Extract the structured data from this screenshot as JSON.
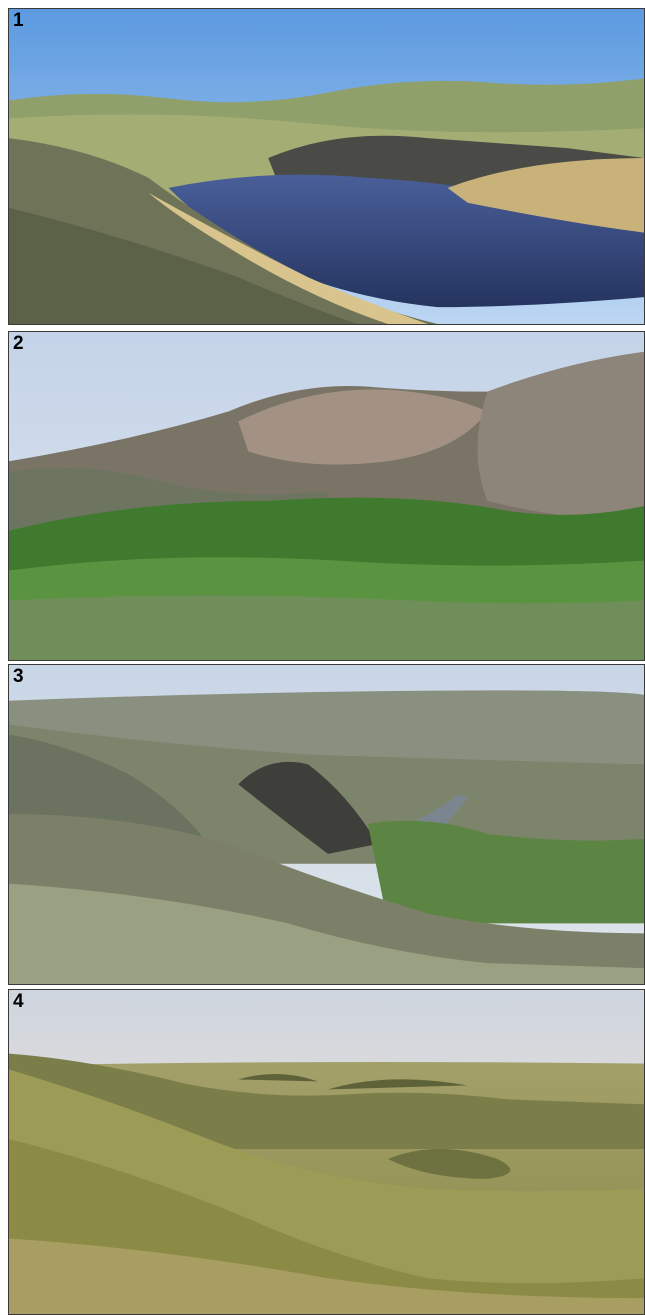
{
  "panels": [
    {
      "label": "1",
      "scene": "lake-in-hills"
    },
    {
      "label": "2",
      "scene": "rocky-ridge-with-birch-forest"
    },
    {
      "label": "3",
      "scene": "stream-valley-with-rock-outcrop"
    },
    {
      "label": "4",
      "scene": "rolling-grassland-at-dusk"
    }
  ]
}
